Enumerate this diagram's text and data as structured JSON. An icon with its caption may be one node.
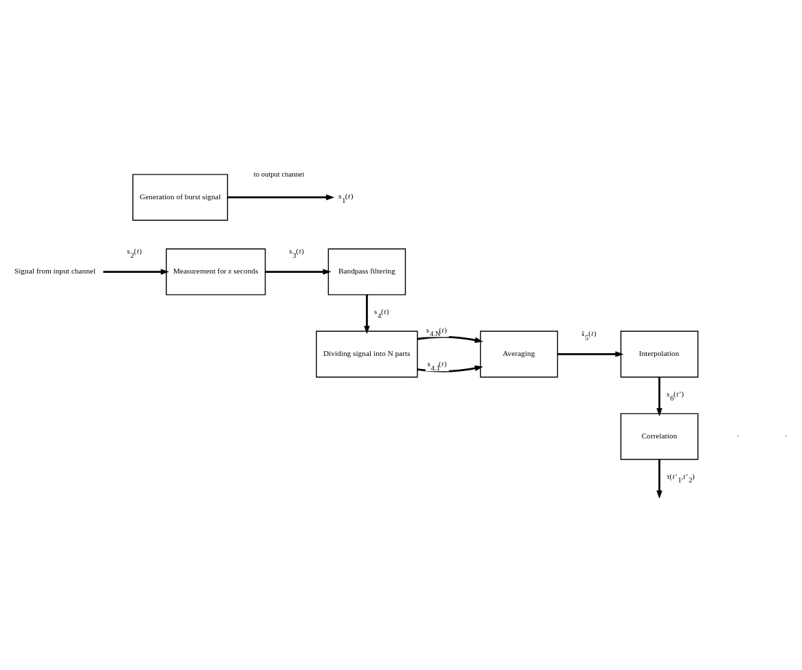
{
  "diagram": {
    "nodes": [
      {
        "text": [
          "Generation of burst signal"
        ]
      },
      {
        "text": [
          "Signal from input channel"
        ]
      },
      {
        "text": [
          "Measurement for *x* seconds"
        ]
      },
      {
        "text": [
          "Bandpass filtering"
        ]
      },
      {
        "text": [
          "Dividing signal into N parts"
        ]
      },
      {
        "text": [
          "Averaging"
        ]
      },
      {
        "text": [
          "Interpolation"
        ]
      },
      {
        "text": [
          "Correlation"
        ]
      },
      {
        "text": [
          "s$_{1}$(*t*)"
        ]
      }
    ],
    "edges": [
      {
        "from": 0,
        "to": 8,
        "arrow": "to",
        "label": "to output channel"
      },
      {
        "from": 1,
        "to": 2,
        "arrow": "to",
        "label": "s$_{2}$(*t*)"
      },
      {
        "from": 2,
        "to": 3,
        "arrow": "to",
        "label": "s$_{3}$(*t*)"
      },
      {
        "from": 3,
        "to": 4,
        "arrow": "to",
        "label": "s$_{4}$(*t*)"
      },
      {
        "from": 4,
        "to": 5,
        "arrow": "to",
        "label": "s$_{4.1}$(*t*)"
      },
      {
        "from": 4,
        "to": 5,
        "arrow": "to",
        "label": "s$_{4.N}$(*t*)"
      },
      {
        "from": 5,
        "to": 6,
        "arrow": "to",
        "label": "s̄$_{5}$(*t*)"
      },
      {
        "from": 6,
        "to": 7,
        "arrow": "to",
        "label": "s$_{6}$(*t*’)"
      },
      {
        "from": 7,
        "to": null,
        "arrow": "to",
        "label": "τ(*t*’$_{1}$,*t*’$_{2}$)"
      }
    ],
    "labels": [
      "·",
      "·"
    ]
  }
}
